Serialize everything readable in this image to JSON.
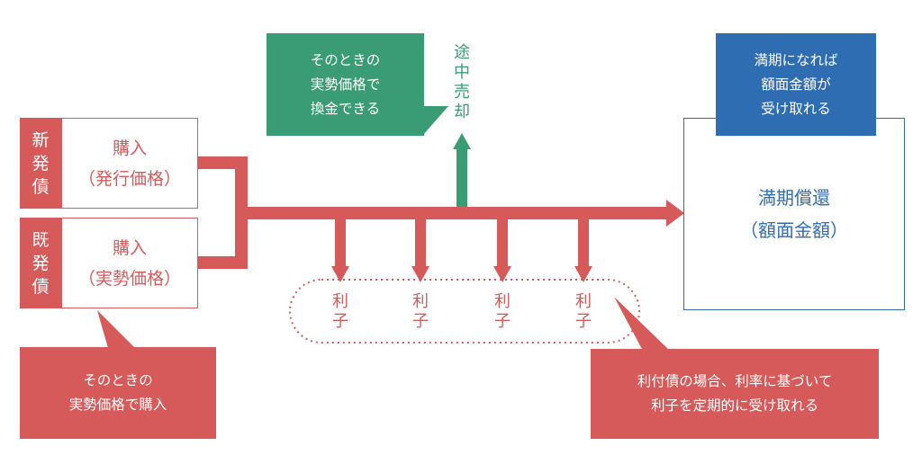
{
  "new_bond": {
    "tag": "新発債",
    "line1": "購入",
    "line2": "（発行価格）"
  },
  "existing_bond": {
    "tag": "既発債",
    "line1": "購入",
    "line2": "（実勢価格）"
  },
  "sale": {
    "label": "途中売却",
    "note": [
      "そのときの",
      "実勢価格で",
      "換金できる"
    ]
  },
  "maturity": {
    "line1": "満期償還",
    "line2": "（額面金額）",
    "note": [
      "満期になれば",
      "額面金額が",
      "受け取れる"
    ]
  },
  "interest": {
    "labels": [
      "利子",
      "利子",
      "利子",
      "利子"
    ],
    "note": [
      "利付債の場合、利率に基づいて",
      "利子を定期的に受け取れる"
    ]
  },
  "purchase_note": [
    "そのときの",
    "実勢価格で購入"
  ],
  "colors": {
    "red": "#d65a5a",
    "green": "#3a9c75",
    "blue": "#2f6db3"
  }
}
